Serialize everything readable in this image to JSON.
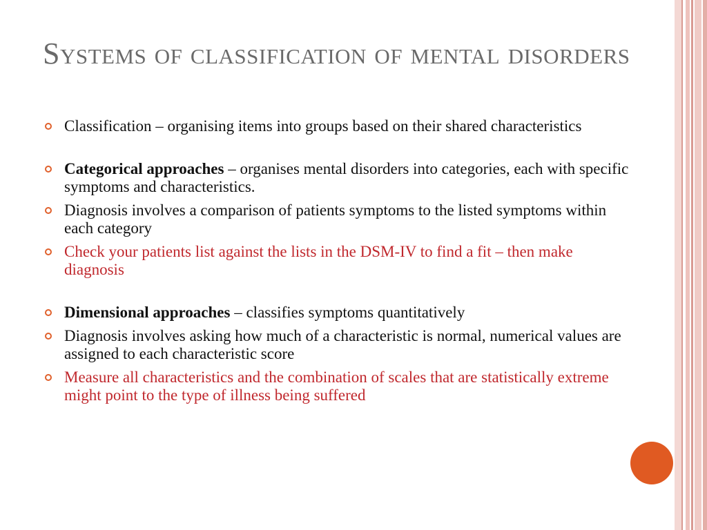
{
  "slide": {
    "title": "Systems of classification of mental disorders",
    "bullets": [
      {
        "text": "Classification – organising items into groups based on their shared characteristics"
      },
      {
        "bold": "Categorical approaches",
        "text": " – organises mental disorders into categories, each with specific symptoms and characteristics."
      },
      {
        "text": "Diagnosis involves a comparison of patients symptoms to the listed symptoms within each category"
      },
      {
        "text": "Check your patients list against the lists in the DSM-IV to find a fit – then make diagnosis",
        "color": "#c0282d"
      },
      {
        "bold": "Dimensional approaches",
        "text": " – classifies symptoms quantitatively"
      },
      {
        "text": "Diagnosis involves asking how much of a characteristic is normal, numerical values are assigned to each characteristic score"
      },
      {
        "text": "Measure all characteristics and the combination of  scales that are statistically extreme might point to the type of illness being suffered",
        "color": "#c0282d"
      }
    ]
  },
  "colors": {
    "title": "#6a6a6a",
    "body_text": "#111111",
    "highlight_text": "#c0282d",
    "bullet_marker": "#e0602b",
    "accent_dot": "#e05a22",
    "stripe": "#e4aea7"
  }
}
